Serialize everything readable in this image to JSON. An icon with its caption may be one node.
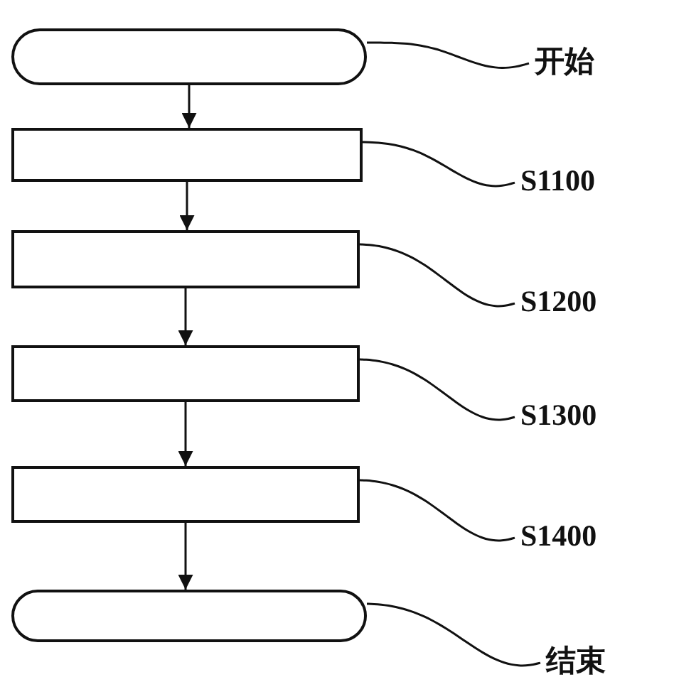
{
  "diagram": {
    "nodes": [
      {
        "text": [],
        "shape": "stadium"
      },
      {
        "text": [
          "开始"
        ]
      },
      {
        "text": [],
        "shape": "box"
      },
      {
        "text": [
          "S1100"
        ]
      },
      {
        "text": [],
        "shape": "box"
      },
      {
        "text": [
          "S1200"
        ]
      },
      {
        "text": [],
        "shape": "box"
      },
      {
        "text": [
          "S1300"
        ]
      },
      {
        "text": [],
        "shape": "box"
      },
      {
        "text": [
          "S1400"
        ]
      },
      {
        "text": [],
        "shape": "stadium"
      },
      {
        "text": [
          "结束"
        ]
      }
    ],
    "edges": [
      {
        "from": 0,
        "to": 2,
        "arrow": "to"
      },
      {
        "from": 2,
        "to": 4,
        "arrow": "to"
      },
      {
        "from": 4,
        "to": 6,
        "arrow": "to"
      },
      {
        "from": 6,
        "to": 8,
        "arrow": "to"
      },
      {
        "from": 8,
        "to": 10,
        "arrow": "to"
      },
      {
        "from": 1,
        "to": 0,
        "arrow": "none"
      },
      {
        "from": 3,
        "to": 2,
        "arrow": "none"
      },
      {
        "from": 5,
        "to": 4,
        "arrow": "none"
      },
      {
        "from": 7,
        "to": 6,
        "arrow": "none"
      },
      {
        "from": 9,
        "to": 8,
        "arrow": "none"
      },
      {
        "from": 11,
        "to": 10,
        "arrow": "none"
      }
    ]
  }
}
